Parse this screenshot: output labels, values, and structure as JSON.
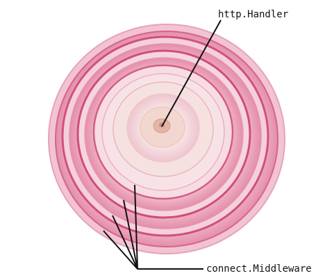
{
  "labels": {
    "handler": "http.Handler",
    "middleware": "connect.Middleware"
  },
  "colors": {
    "outer_ring": "#e89ab4",
    "ring_edge": "#cf4c7c",
    "inner_flesh": "#f3d9d6",
    "core": "#e2b3a3",
    "leader_line": "#111111"
  },
  "illustration": "onion-cross-section"
}
